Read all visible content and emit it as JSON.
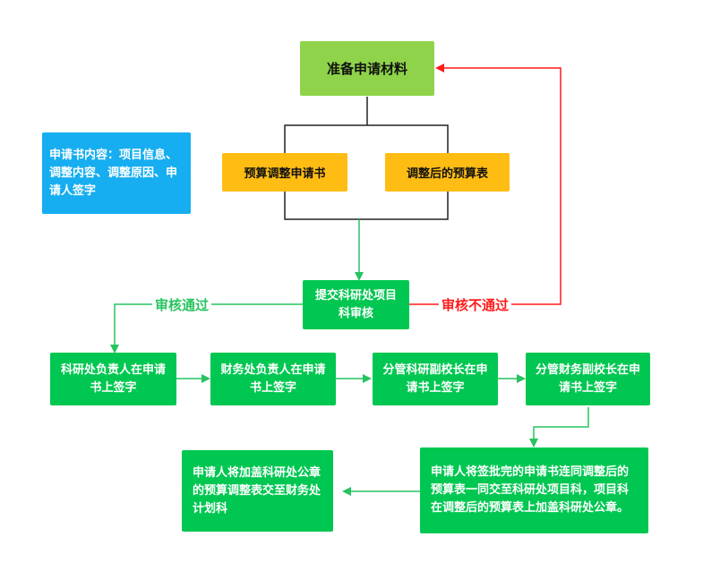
{
  "colors": {
    "green": "#00c751",
    "light_green": "#8ed34a",
    "orange": "#ffbd14",
    "blue": "#16aef0",
    "red": "#ff1a1a",
    "arrow_green": "#27c35f"
  },
  "nodes": {
    "prepare": "准备申请材料",
    "adjust_form": "预算调整申请书",
    "adjusted_budget": "调整后的预算表",
    "form_contents": "申请书内容：项目信息、调整内容、调整原因、申请人签字",
    "submit": "提交科研处项目科审核",
    "sign_research_head": "科研处负责人在申请书上签字",
    "sign_finance_head": "财务处负责人在申请书上签字",
    "sign_vp_research": "分管科研副校长在申请书上签字",
    "sign_vp_finance": "分管财务副校长在申请书上签字",
    "submit_with_budget": "申请人将签批完的申请书连同调整后的预算表一同交至科研处项目科，项目科在调整后的预算表上加盖科研处公章。",
    "deliver_finance": "申请人将加盖科研处公章的预算调整表交至财务处计划科"
  },
  "edges": {
    "approved": "审核通过",
    "rejected": "审核不通过"
  }
}
